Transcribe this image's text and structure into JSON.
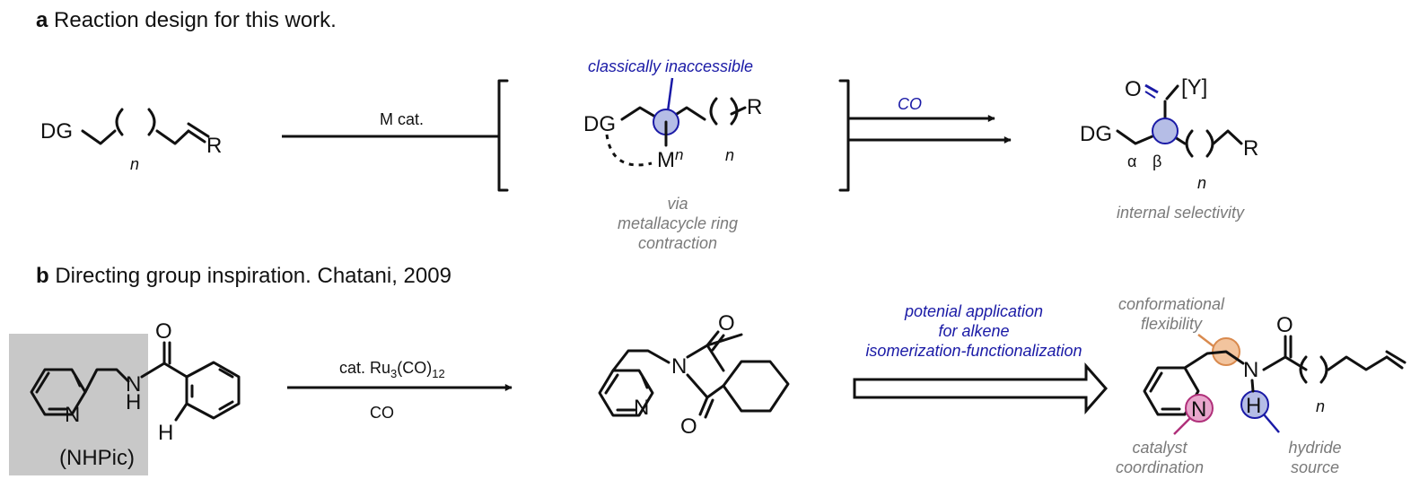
{
  "panel_a": {
    "heading_letter": "a",
    "heading_text": "Reaction design for this work.",
    "substrate": {
      "dg": "DG",
      "r": "R",
      "n": "n"
    },
    "reagent": "M cat.",
    "intermediate": {
      "dg": "DG",
      "metal": "M",
      "metal_superscript": "n",
      "r": "R",
      "n": "n",
      "callout": "classically inaccessible",
      "note_line1": "via",
      "note_line2": "metallacycle ring",
      "note_line3": "contraction"
    },
    "co_label": "CO",
    "product": {
      "o": "O",
      "y": "[Y]",
      "dg": "DG",
      "r": "R",
      "alpha": "α",
      "beta": "β",
      "n": "n",
      "note": "internal selectivity"
    }
  },
  "panel_b": {
    "heading_letter": "b",
    "heading_text": "Directing group inspiration. Chatani, 2009",
    "substrate": {
      "n_atom": "N",
      "nh_n": "N",
      "nh_h": "H",
      "o": "O",
      "h": "H",
      "tag": "(NHPic)"
    },
    "reagent_top_prefix": "cat. Ru",
    "reagent_sub1": "3",
    "reagent_mid": "(CO)",
    "reagent_sub2": "12",
    "reagent_bottom": "CO",
    "product": {
      "n_ring": "N",
      "n_imide": "N",
      "o_top": "O",
      "o_bottom": "O"
    },
    "application_line1": "potenial application",
    "application_line2": "for alkene",
    "application_line3": "isomerization-functionalization",
    "target": {
      "n_ring": "N",
      "n_amide": "N",
      "h": "H",
      "o": "O",
      "n": "n",
      "flex_line1": "conformational",
      "flex_line2": "flexibility",
      "coord_line1": "catalyst",
      "coord_line2": "coordination",
      "hydride_line1": "hydride",
      "hydride_line2": "source"
    }
  },
  "colors": {
    "blue": "#1a1aa6",
    "grey_text": "#7a7a7a",
    "highlight_blue": "#b5bde6",
    "highlight_orange": "#f2c49e",
    "orange_stroke": "#d98a4e",
    "highlight_pink": "#e8a6cc",
    "pink_stroke": "#b0307a",
    "shade": "#c8c8c8"
  }
}
